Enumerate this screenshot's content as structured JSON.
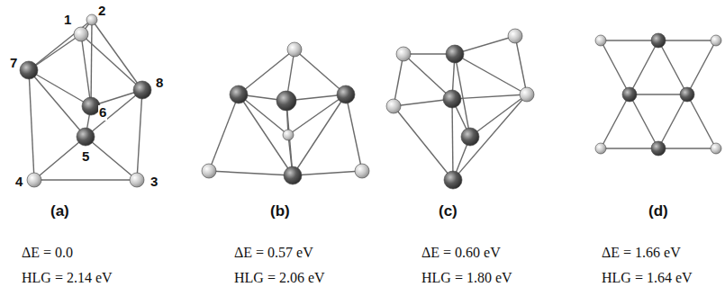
{
  "diagram": {
    "labels": [
      "2",
      "1",
      "7",
      "6",
      "8",
      "5",
      "4",
      "3",
      "(a)",
      "(b)",
      "(c)",
      "(d)",
      "ΔE = 0.0",
      "ΔE = 0.57 eV",
      "ΔE = 0.60 eV",
      "ΔE = 1.66 eV",
      "HLG = 2.14 eV",
      "HLG = 2.06 eV",
      "HLG = 1.80 eV",
      "HLG = 1.64 eV"
    ]
  }
}
